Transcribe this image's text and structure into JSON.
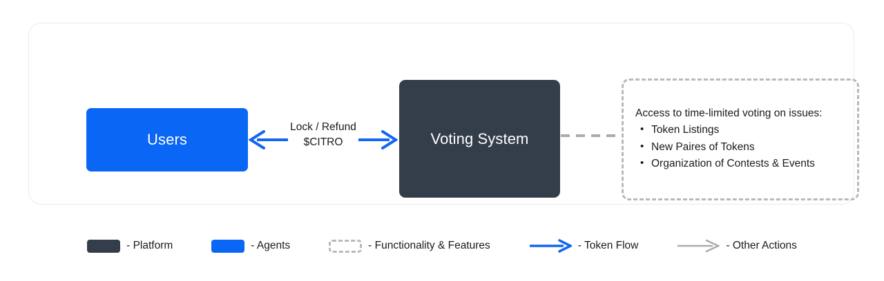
{
  "diagram": {
    "nodes": [
      {
        "id": "users",
        "label": "Users",
        "type": "agents",
        "color": "#0a66f5"
      },
      {
        "id": "voting_system",
        "label": "Voting System",
        "type": "platform",
        "color": "#343e4b"
      }
    ],
    "flow": {
      "label_line1": "Lock / Refund",
      "label_line2": "$CITRO",
      "direction": "bidirectional",
      "arrow_color": "#1266f1"
    },
    "feature_box": {
      "title": "Access to time-limited voting on issues:",
      "items": [
        "Token Listings",
        "New Paires of Tokens",
        "Organization of Contests & Events"
      ],
      "border_color": "#b7b9bc"
    }
  },
  "legend": {
    "items": [
      {
        "swatch": "solid-dark",
        "label": "- Platform",
        "color": "#343e4b"
      },
      {
        "swatch": "solid-blue",
        "label": "- Agents",
        "color": "#0a66f5"
      },
      {
        "swatch": "dashed-box",
        "label": "- Functionality & Features",
        "color": "#b7b9bc"
      },
      {
        "swatch": "blue-arrow",
        "label": "- Token Flow",
        "color": "#1266f1"
      },
      {
        "swatch": "gray-arrow",
        "label": "- Other Actions",
        "color": "#a9acaf"
      }
    ]
  }
}
